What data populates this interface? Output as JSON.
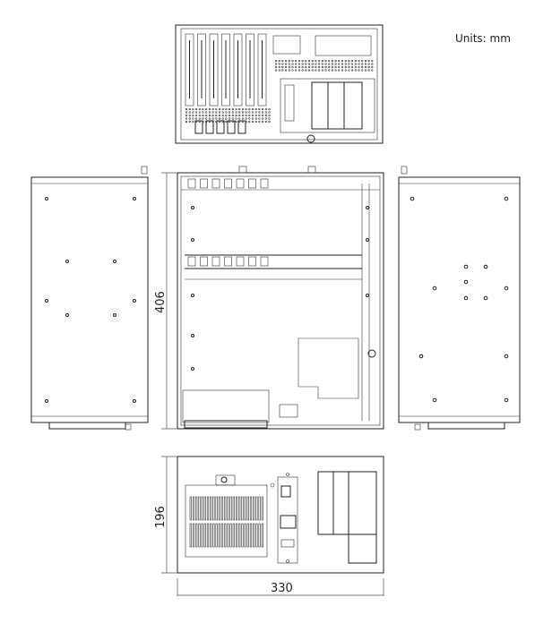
{
  "units_label": "Units: mm",
  "dimensions": {
    "height": "406",
    "depth": "196",
    "width": "330"
  },
  "views": [
    "top-view",
    "left-side-view",
    "front-view",
    "right-side-view",
    "bottom-view"
  ]
}
